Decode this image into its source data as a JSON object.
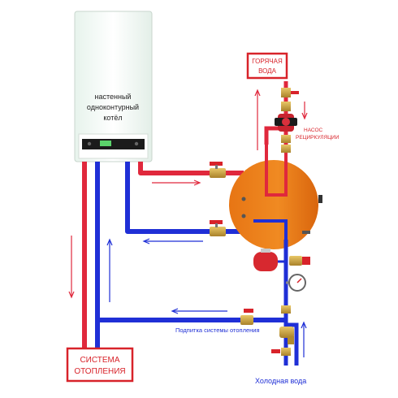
{
  "boiler": {
    "label_lines": [
      "настенный",
      "одноконтурный",
      "котёл"
    ]
  },
  "hot_water": {
    "label_lines": [
      "ГОРЯЧАЯ",
      "ВОДА"
    ]
  },
  "pump": {
    "label_lines": [
      "НАСОС",
      "РЕЦИРКУЛЯЦИИ"
    ]
  },
  "heating_system": {
    "label_lines": [
      "СИСТЕМА",
      "ОТОПЛЕНИЯ"
    ]
  },
  "makeup": {
    "label": "Подпитка системы отопления"
  },
  "cold_water": {
    "label": "Холодная вода"
  },
  "colors": {
    "hot_pipe": "#e0283c",
    "cold_pipe": "#1f2fd6",
    "tank": "#ee7f1a",
    "brass": "#c9a23a",
    "valve_handle": "#d8232a",
    "label_red": "#d8232a",
    "label_blue": "#1f2fd6"
  }
}
